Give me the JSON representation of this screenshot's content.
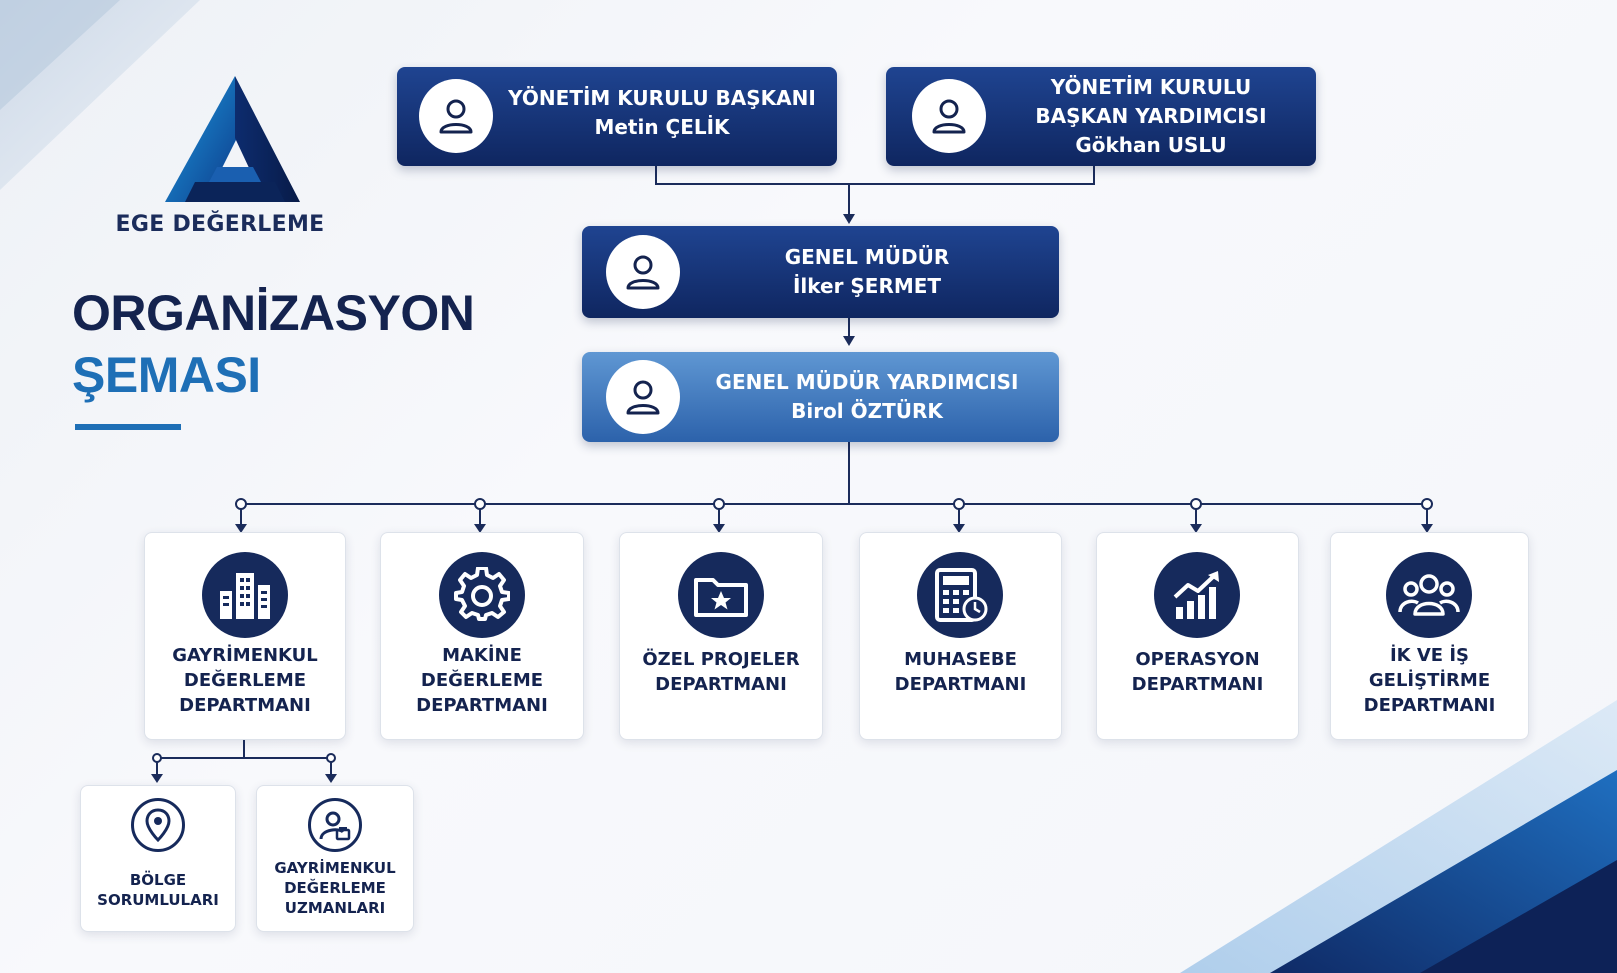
{
  "brand": {
    "name": "EGE DEĞERLEME",
    "logo_icon": "triangle-logo-icon"
  },
  "title": {
    "line1": "ORGANİZASYON",
    "line2": "ŞEMASI"
  },
  "colors": {
    "navy": "#14234f",
    "accent": "#1e6fb6",
    "card_icon_bg": "#162a5c"
  },
  "executives": {
    "chairman": {
      "role": "YÖNETİM KURULU BAŞKANI",
      "name": "Metin ÇELİK",
      "icon": "user-icon"
    },
    "vice_chairman": {
      "role_line1": "YÖNETİM KURULU",
      "role_line2": "BAŞKAN YARDIMCISI",
      "name": "Gökhan USLU",
      "icon": "user-icon"
    },
    "general_manager": {
      "role": "GENEL MÜDÜR",
      "name": "İlker ŞERMET",
      "icon": "user-icon"
    },
    "deputy_gm": {
      "role": "GENEL MÜDÜR YARDIMCISI",
      "name": "Birol ÖZTÜRK",
      "icon": "user-icon"
    }
  },
  "departments": [
    {
      "lines": [
        "GAYRİMENKUL",
        "DEĞERLEME",
        "DEPARTMANI"
      ],
      "icon": "buildings-icon"
    },
    {
      "lines": [
        "MAKİNE",
        "DEĞERLEME",
        "DEPARTMANI"
      ],
      "icon": "gear-icon"
    },
    {
      "lines": [
        "ÖZEL PROJELER",
        "DEPARTMANI"
      ],
      "icon": "folder-star-icon"
    },
    {
      "lines": [
        "MUHASEBE",
        "DEPARTMANI"
      ],
      "icon": "calculator-icon"
    },
    {
      "lines": [
        "OPERASYON",
        "DEPARTMANI"
      ],
      "icon": "chart-growth-icon"
    },
    {
      "lines": [
        "İK VE İŞ",
        "GELİŞTİRME",
        "DEPARTMANI"
      ],
      "icon": "team-icon"
    }
  ],
  "sub_units": [
    {
      "lines": [
        "BÖLGE",
        "SORUMLULARI"
      ],
      "icon": "location-pin-icon"
    },
    {
      "lines": [
        "GAYRİMENKUL",
        "DEĞERLEME",
        "UZMANLARI"
      ],
      "icon": "expert-user-icon"
    }
  ]
}
